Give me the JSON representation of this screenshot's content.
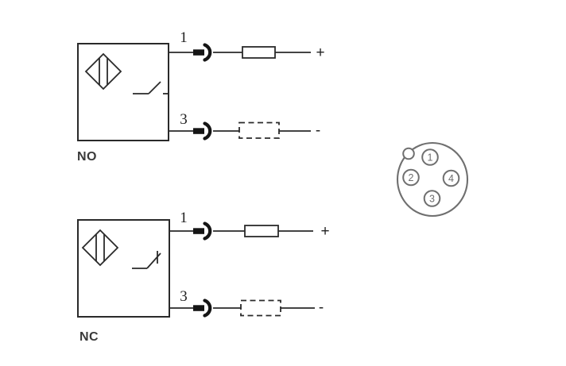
{
  "diagrams": [
    {
      "label": "NO",
      "top_wire": {
        "pin": "1",
        "polarity": "+"
      },
      "bottom_wire": {
        "pin": "3",
        "polarity": "-"
      }
    },
    {
      "label": "NC",
      "top_wire": {
        "pin": "1",
        "polarity": "+"
      },
      "bottom_wire": {
        "pin": "3",
        "polarity": "-"
      }
    }
  ],
  "connector": {
    "pins": [
      {
        "number": "1"
      },
      {
        "number": "2"
      },
      {
        "number": "3"
      },
      {
        "number": "4"
      }
    ]
  },
  "icons": {
    "proximity_sensor": "diamond-with-two-bars",
    "switch_no": "open-contact",
    "switch_nc": "closed-contact",
    "plug": "male-plug-and-socket-arc",
    "load_solid": "resistor-box",
    "load_dashed": "dashed-load-box",
    "keying_notch": "small-circle"
  },
  "colors": {
    "diagram_line": "#2a2a2a",
    "connector_line": "#6f6f6f",
    "background": "#ffffff"
  }
}
